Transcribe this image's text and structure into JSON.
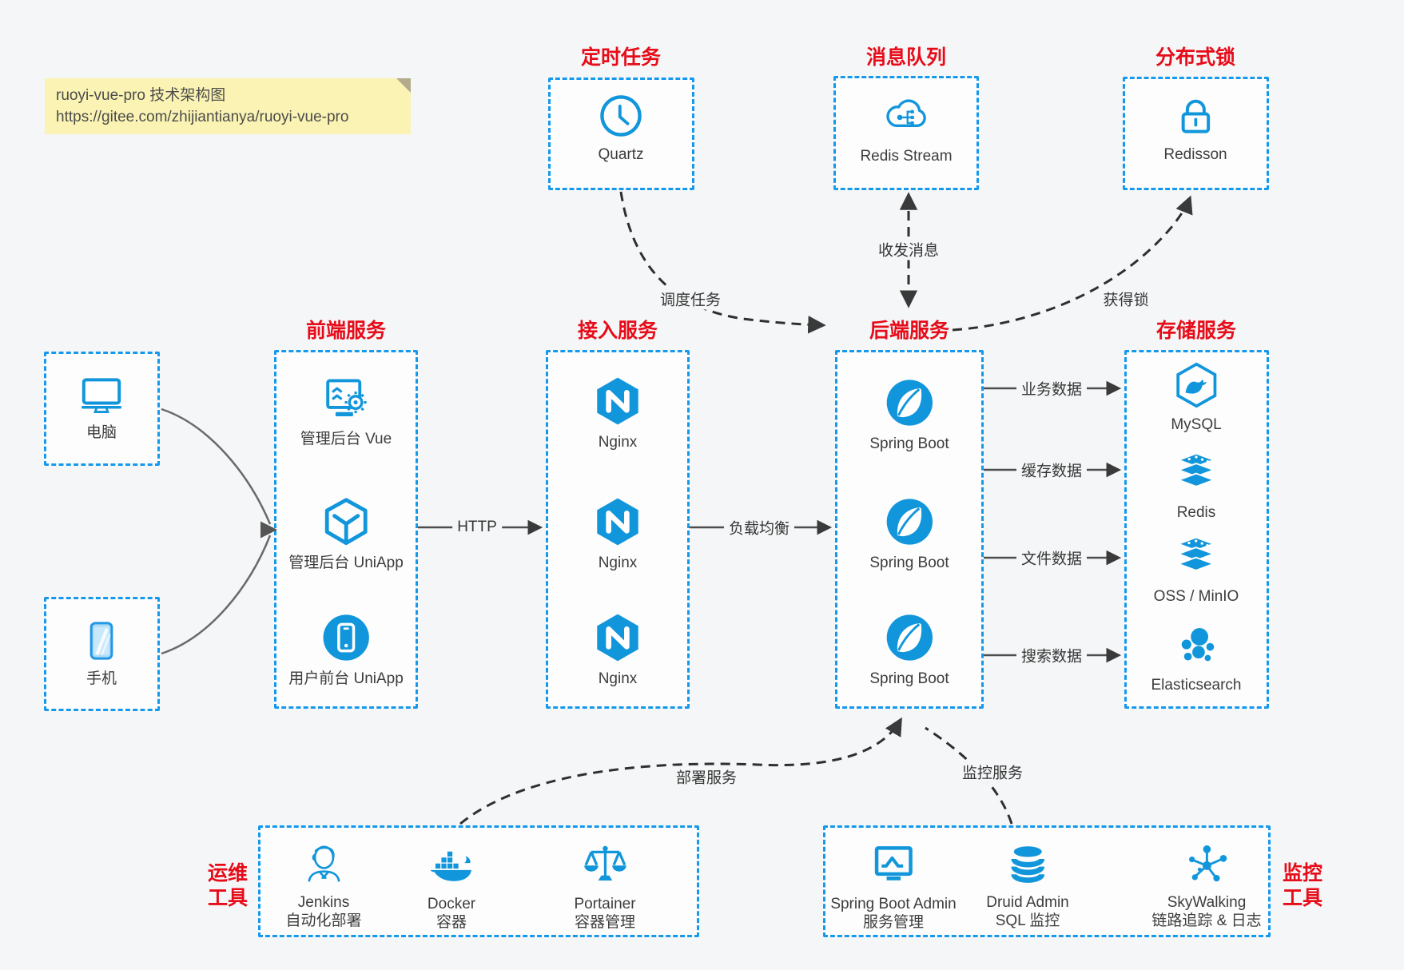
{
  "note": {
    "line1": "ruoyi-vue-pro 技术架构图",
    "line2": "https://gitee.com/zhijiantianya/ruoyi-vue-pro"
  },
  "top_groups": [
    {
      "title": "定时任务",
      "item": {
        "label": "Quartz",
        "icon": "clock-icon"
      }
    },
    {
      "title": "消息队列",
      "item": {
        "label": "Redis Stream",
        "icon": "cloud-mq-icon"
      }
    },
    {
      "title": "分布式锁",
      "item": {
        "label": "Redisson",
        "icon": "lock-icon"
      }
    }
  ],
  "clients": [
    {
      "label": "电脑",
      "icon": "computer-icon"
    },
    {
      "label": "手机",
      "icon": "phone-icon"
    }
  ],
  "columns": [
    {
      "title": "前端服务",
      "items": [
        {
          "label": "管理后台 Vue"
        },
        {
          "label": "管理后台 UniApp"
        },
        {
          "label": "用户前台 UniApp"
        }
      ]
    },
    {
      "title": "接入服务",
      "items": [
        {
          "label": "Nginx"
        },
        {
          "label": "Nginx"
        },
        {
          "label": "Nginx"
        }
      ]
    },
    {
      "title": "后端服务",
      "items": [
        {
          "label": "Spring Boot"
        },
        {
          "label": "Spring Boot"
        },
        {
          "label": "Spring Boot"
        }
      ]
    },
    {
      "title": "存储服务",
      "items": [
        {
          "label": "MySQL"
        },
        {
          "label": "Redis"
        },
        {
          "label": "OSS / MinIO"
        },
        {
          "label": "Elasticsearch"
        }
      ]
    }
  ],
  "bottom_groups": [
    {
      "side_line1": "运维",
      "side_line2": "工具",
      "items": [
        {
          "name": "Jenkins",
          "desc": "自动化部署"
        },
        {
          "name": "Docker",
          "desc": "容器"
        },
        {
          "name": "Portainer",
          "desc": "容器管理"
        }
      ]
    },
    {
      "side_line1": "监控",
      "side_line2": "工具",
      "items": [
        {
          "name": "Spring Boot Admin",
          "desc": "服务管理"
        },
        {
          "name": "Druid Admin",
          "desc": "SQL 监控"
        },
        {
          "name": "SkyWalking",
          "desc": "链路追踪 & 日志"
        }
      ]
    }
  ],
  "edges": {
    "http": "HTTP",
    "load_balance": "负载均衡",
    "business_data": "业务数据",
    "cache_data": "缓存数据",
    "file_data": "文件数据",
    "search_data": "搜索数据",
    "schedule_task": "调度任务",
    "message": "收发消息",
    "lock": "获得锁",
    "deploy": "部署服务",
    "monitor": "监控服务"
  },
  "colors": {
    "accent_blue": "#1296db",
    "border_blue": "#1499ec",
    "title_red": "#e60c19",
    "note_bg": "#faf3b3",
    "background": "#f5f6f7"
  }
}
